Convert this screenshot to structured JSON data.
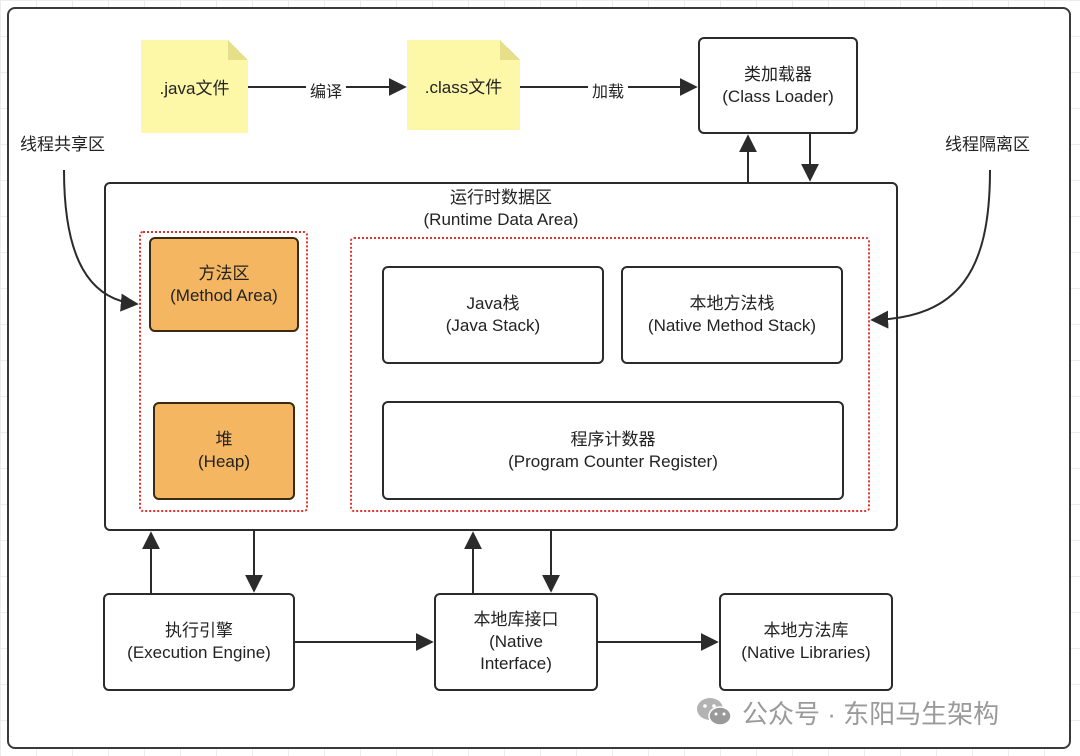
{
  "notes": {
    "java_file": ".java文件",
    "class_file": ".class文件"
  },
  "edge_labels": {
    "compile": "编译",
    "load": "加载"
  },
  "side_labels": {
    "shared": "线程共享区",
    "isolated": "线程隔离区"
  },
  "class_loader": {
    "line1": "类加载器",
    "line2": "(Class Loader)"
  },
  "runtime_area": {
    "line1": "运行时数据区",
    "line2": "(Runtime Data Area)"
  },
  "method_area": {
    "line1": "方法区",
    "line2": "(Method Area)"
  },
  "heap": {
    "line1": "堆",
    "line2": "(Heap)"
  },
  "java_stack": {
    "line1": "Java栈",
    "line2": "(Java Stack)"
  },
  "native_method_stack": {
    "line1": "本地方法栈",
    "line2": "(Native Method Stack)"
  },
  "pc_register": {
    "line1": "程序计数器",
    "line2": "(Program Counter Register)"
  },
  "execution_engine": {
    "line1": "执行引擎",
    "line2": "(Execution Engine)"
  },
  "native_interface": {
    "line1": "本地库接口",
    "line2": "(Native",
    "line3": "Interface)"
  },
  "native_libraries": {
    "line1": "本地方法库",
    "line2": "(Native Libraries)"
  },
  "watermark": {
    "text": "公众号 · 东阳马生架构"
  },
  "colors": {
    "shared_area_fill": "#f4b660",
    "note_fill": "#fdf8a8",
    "dotted_border": "#e0332f",
    "watermark": "#9a9a9a"
  }
}
